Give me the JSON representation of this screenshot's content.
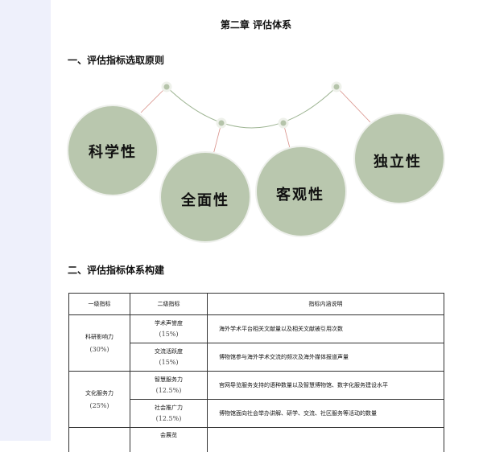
{
  "chapter_title": "第二章 评估体系",
  "section1_title": "一、评估指标选取原则",
  "principles": [
    "科学性",
    "全面性",
    "客观性",
    "独立性"
  ],
  "section2_title": "二、评估指标体系构建",
  "colors": {
    "circle": "#b9c7ae",
    "dot": "#b5c4aa",
    "arc": "#9db492",
    "connector": "#d9918a"
  },
  "table": {
    "headers": [
      "一级指标",
      "二级指标",
      "指标内涵说明"
    ],
    "groups": [
      {
        "name": "科研影响力",
        "weight": "(30%)",
        "rows": [
          {
            "name": "学术声誉度",
            "weight": "(15%)",
            "desc": "海外学术平台相关文献量以及相关文献被引用次数"
          },
          {
            "name": "交流活跃度",
            "weight": "(15%)",
            "desc": "博物馆参与海外学术交流的频次及海外媒体报道声量"
          }
        ]
      },
      {
        "name": "文化服务力",
        "weight": "(25%)",
        "rows": [
          {
            "name": "智慧服务力",
            "weight": "(12.5%)",
            "desc": "官网导览服务支持的语种数量以及智慧博物馆、数字化服务建设水平"
          },
          {
            "name": "社会推广力",
            "weight": "(12.5%)",
            "desc": "博物馆面向社会举办讲解、研学、交流、社区服务等活动的数量"
          }
        ]
      }
    ],
    "partial_row": "会展览"
  }
}
